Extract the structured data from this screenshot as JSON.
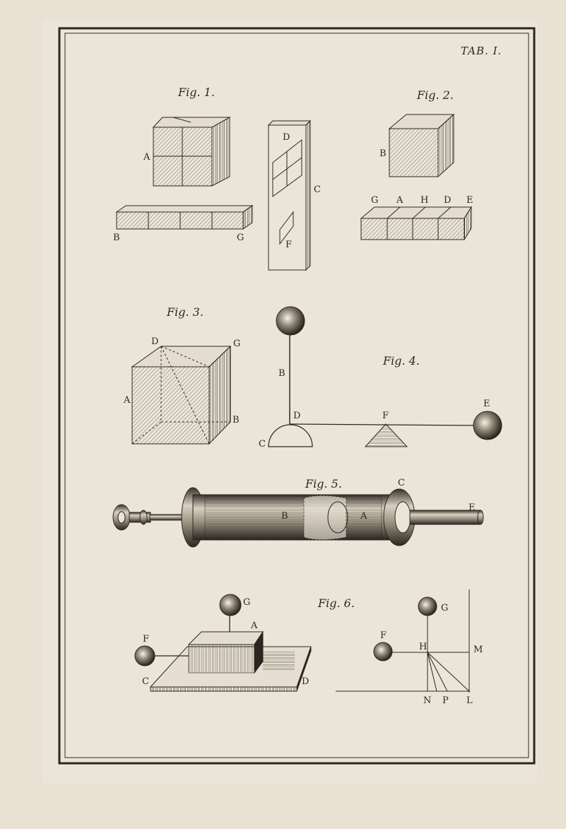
{
  "plate": {
    "title": "TAB. I.",
    "colors": {
      "paper": "#e8e1d4",
      "ink": "#2b2620"
    }
  },
  "figures": {
    "fig1": {
      "caption": "Fig. 1.",
      "labels": {
        "a": "A",
        "b": "B",
        "g": "G"
      }
    },
    "fig_center": {
      "labels": {
        "d": "D",
        "c": "C",
        "f": "F"
      }
    },
    "fig2": {
      "caption": "Fig. 2.",
      "labels": {
        "b": "B",
        "g": "G",
        "a": "A",
        "h": "H",
        "d": "D",
        "e": "E"
      }
    },
    "fig3": {
      "caption": "Fig. 3.",
      "labels": {
        "d": "D",
        "g": "G",
        "a": "A",
        "b": "B"
      }
    },
    "fig4": {
      "caption": "Fig. 4.",
      "labels": {
        "b": "B",
        "c": "C",
        "d": "D",
        "f": "F",
        "e": "E"
      }
    },
    "fig5": {
      "caption": "Fig. 5.",
      "labels": {
        "c": "C",
        "e": "E",
        "b": "B",
        "a": "A"
      }
    },
    "fig6": {
      "caption": "Fig. 6.",
      "labels": {
        "g": "G",
        "a": "A",
        "f": "F",
        "c": "C",
        "d": "D",
        "f2": "F",
        "g2": "G",
        "h": "H",
        "m": "M",
        "n": "N",
        "p": "P",
        "l": "L"
      }
    }
  }
}
